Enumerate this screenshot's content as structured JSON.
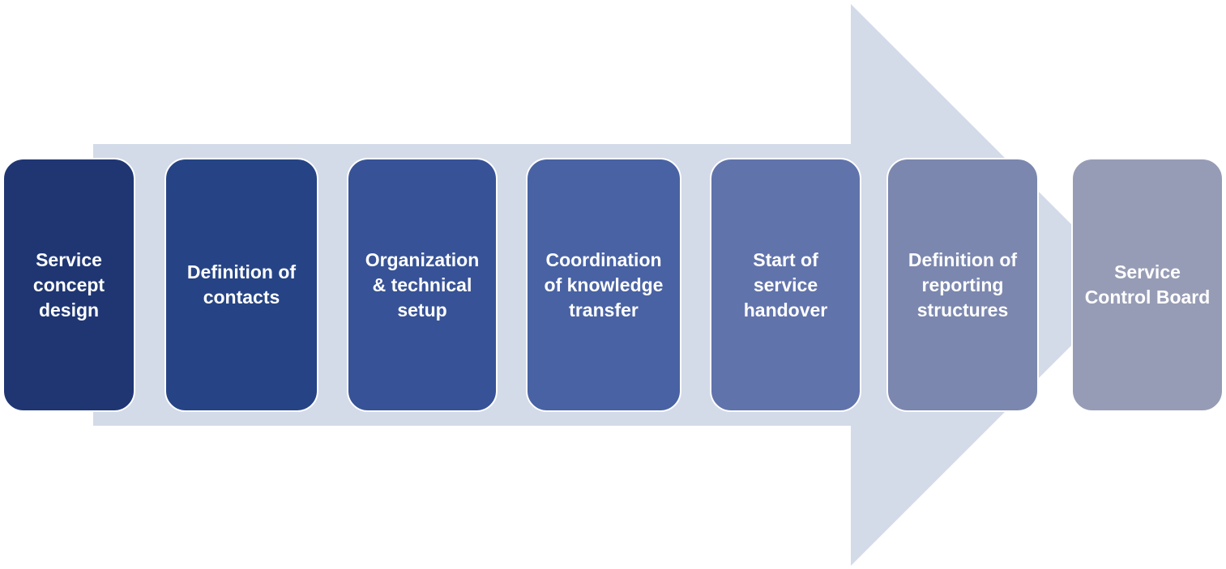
{
  "diagram": {
    "arrow_color": "#d3dae8",
    "steps": [
      {
        "label": "Service concept design",
        "color": "#1f3673"
      },
      {
        "label": "Definition of contacts",
        "color": "#264485"
      },
      {
        "label": "Organization & technical setup",
        "color": "#375296"
      },
      {
        "label": "Coordination of knowledge transfer",
        "color": "#4862a3"
      },
      {
        "label": "Start of service handover",
        "color": "#6173ab"
      },
      {
        "label": "Definition of reporting structures",
        "color": "#7b87ae"
      },
      {
        "label": "Service Control Board",
        "color": "#979cb6"
      }
    ]
  }
}
